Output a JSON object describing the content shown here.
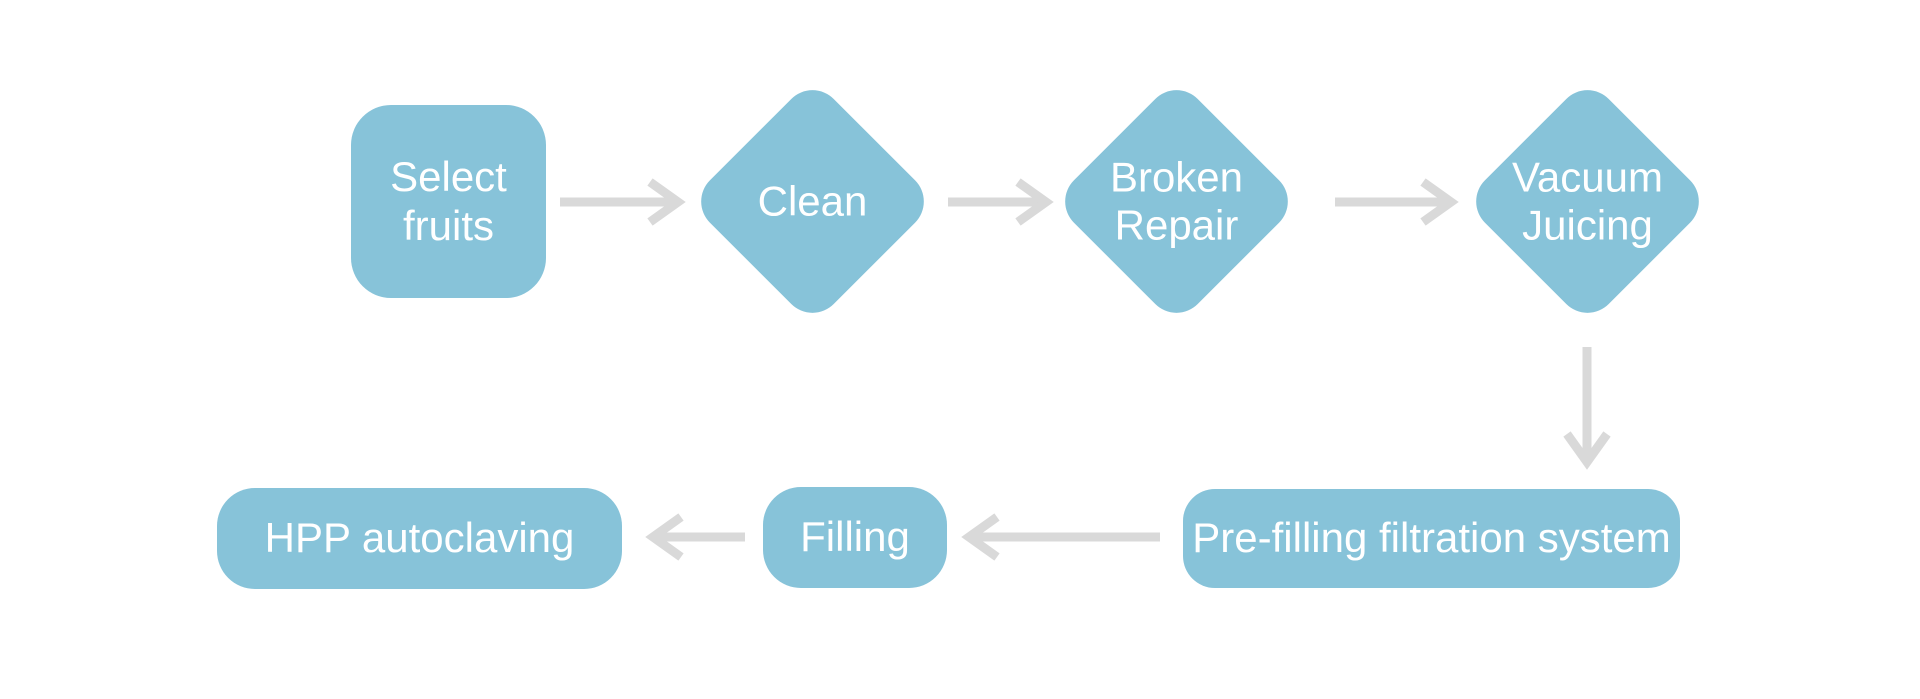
{
  "diagram": {
    "type": "flowchart",
    "background": "#FFFFFF",
    "colors": {
      "shape_fill": "#87C3D9",
      "arrow": "#D9D9D9",
      "label_text": "#FFFFFF"
    },
    "nodes": {
      "select_fruits": {
        "label": "Select fruits",
        "shape": "rounded-rectangle"
      },
      "clean": {
        "label": "Clean",
        "shape": "diamond"
      },
      "broken_repair": {
        "label": "Broken Repair",
        "shape": "diamond"
      },
      "vacuum_juicing": {
        "label": "Vacuum Juicing",
        "shape": "diamond"
      },
      "pre_filling": {
        "label": "Pre-filling filtration system",
        "shape": "rounded-rectangle"
      },
      "filling": {
        "label": "Filling",
        "shape": "rounded-rectangle"
      },
      "hpp_autoclaving": {
        "label": "HPP autoclaving",
        "shape": "rounded-rectangle"
      }
    },
    "edges": [
      {
        "from": "select_fruits",
        "to": "clean",
        "direction": "right"
      },
      {
        "from": "clean",
        "to": "broken_repair",
        "direction": "right"
      },
      {
        "from": "broken_repair",
        "to": "vacuum_juicing",
        "direction": "right"
      },
      {
        "from": "vacuum_juicing",
        "to": "pre_filling",
        "direction": "down"
      },
      {
        "from": "pre_filling",
        "to": "filling",
        "direction": "left"
      },
      {
        "from": "filling",
        "to": "hpp_autoclaving",
        "direction": "left"
      }
    ]
  }
}
